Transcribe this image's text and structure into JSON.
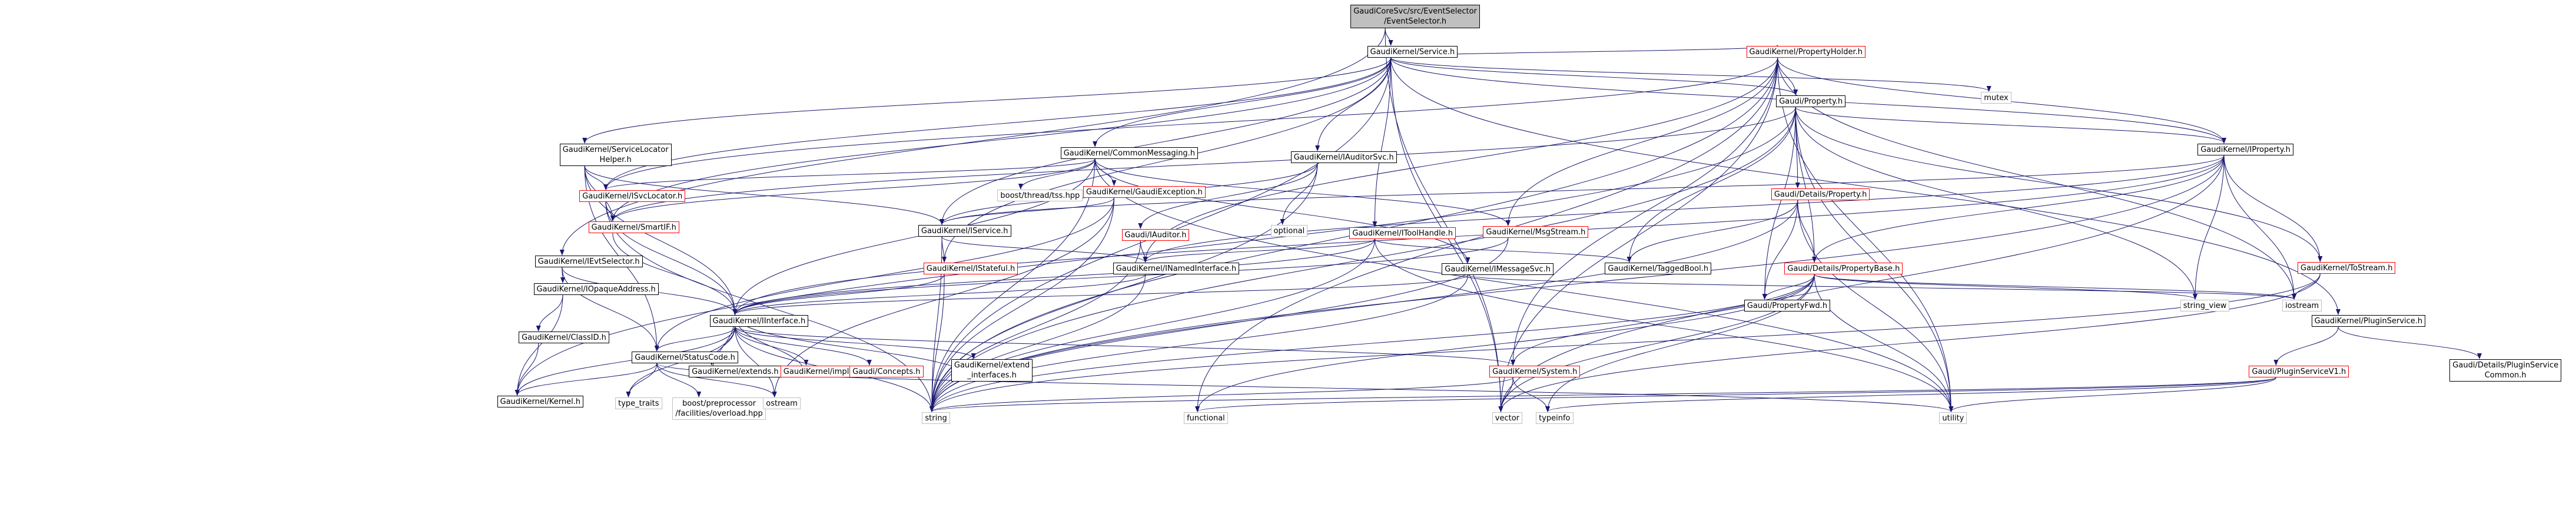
{
  "nodes": {
    "n0": {
      "lines": [
        "GaudiCoreSvc/src/EventSelector",
        "/EventSelector.h"
      ],
      "kind": "current"
    },
    "n1": {
      "lines": [
        "GaudiKernel/Service.h"
      ],
      "kind": "normal"
    },
    "n2": {
      "lines": [
        "GaudiKernel/IEvtSelector.h"
      ],
      "kind": "normal"
    },
    "n3": {
      "lines": [
        "GaudiKernel/CommonMessaging.h"
      ],
      "kind": "normal"
    },
    "n4": {
      "lines": [
        "GaudiKernel/ServiceLocator",
        "Helper.h"
      ],
      "kind": "normal"
    },
    "n5": {
      "lines": [
        "GaudiKernel/PropertyHolder.h"
      ],
      "kind": "red"
    },
    "n6": {
      "lines": [
        "Gaudi/Property.h"
      ],
      "kind": "normal"
    },
    "n7": {
      "lines": [
        "mutex"
      ],
      "kind": "gray"
    },
    "n8": {
      "lines": [
        "GaudiKernel/IProperty.h"
      ],
      "kind": "normal"
    },
    "n9": {
      "lines": [
        "GaudiKernel/IAuditorSvc.h"
      ],
      "kind": "normal"
    },
    "n10": {
      "lines": [
        "GaudiKernel/ISvcLocator.h"
      ],
      "kind": "red"
    },
    "n11": {
      "lines": [
        "GaudiKernel/GaudiException.h"
      ],
      "kind": "red"
    },
    "n12": {
      "lines": [
        "boost/thread/tss.hpp"
      ],
      "kind": "gray"
    },
    "n13": {
      "lines": [
        "GaudiKernel/SmartIF.h"
      ],
      "kind": "red"
    },
    "n14": {
      "lines": [
        "GaudiKernel/IService.h"
      ],
      "kind": "normal"
    },
    "n15": {
      "lines": [
        "optional"
      ],
      "kind": "gray"
    },
    "n16": {
      "lines": [
        "Gaudi/IAuditor.h"
      ],
      "kind": "red"
    },
    "n17": {
      "lines": [
        "GaudiKernel/IToolHandle.h"
      ],
      "kind": "red"
    },
    "n18": {
      "lines": [
        "GaudiKernel/MsgStream.h"
      ],
      "kind": "red"
    },
    "n19": {
      "lines": [
        "Gaudi/Details/Property.h"
      ],
      "kind": "red"
    },
    "n20": {
      "lines": [
        "GaudiKernel/IStateful.h"
      ],
      "kind": "red"
    },
    "n21": {
      "lines": [
        "GaudiKernel/INamedInterface.h"
      ],
      "kind": "normal"
    },
    "n22": {
      "lines": [
        "GaudiKernel/IMessageSvc.h"
      ],
      "kind": "normal"
    },
    "n23": {
      "lines": [
        "GaudiKernel/TaggedBool.h"
      ],
      "kind": "normal"
    },
    "n24": {
      "lines": [
        "Gaudi/Details/PropertyBase.h"
      ],
      "kind": "red"
    },
    "n25": {
      "lines": [
        "GaudiKernel/ToStream.h"
      ],
      "kind": "red"
    },
    "n26": {
      "lines": [
        "Gaudi/PropertyFwd.h"
      ],
      "kind": "normal"
    },
    "n27": {
      "lines": [
        "string_view"
      ],
      "kind": "gray"
    },
    "n28": {
      "lines": [
        "iostream"
      ],
      "kind": "gray"
    },
    "n29": {
      "lines": [
        "GaudiKernel/IInterface.h"
      ],
      "kind": "normal"
    },
    "n30": {
      "lines": [
        "GaudiKernel/IOpaqueAddress.h"
      ],
      "kind": "normal"
    },
    "n31": {
      "lines": [
        "GaudiKernel/ClassID.h"
      ],
      "kind": "normal"
    },
    "n32": {
      "lines": [
        "GaudiKernel/StatusCode.h"
      ],
      "kind": "normal"
    },
    "n33": {
      "lines": [
        "GaudiKernel/Kernel.h"
      ],
      "kind": "normal"
    },
    "n34": {
      "lines": [
        "GaudiKernel/extends.h"
      ],
      "kind": "normal"
    },
    "n35": {
      "lines": [
        "GaudiKernel/implements.h"
      ],
      "kind": "red"
    },
    "n36": {
      "lines": [
        "Gaudi/Concepts.h"
      ],
      "kind": "red"
    },
    "n37": {
      "lines": [
        "GaudiKernel/extend",
        "_interfaces.h"
      ],
      "kind": "normal"
    },
    "n38": {
      "lines": [
        "GaudiKernel/System.h"
      ],
      "kind": "red"
    },
    "n39": {
      "lines": [
        "GaudiKernel/PluginService.h"
      ],
      "kind": "normal"
    },
    "n40": {
      "lines": [
        "Gaudi/PluginServiceV1.h"
      ],
      "kind": "red"
    },
    "n41": {
      "lines": [
        "Gaudi/Details/PluginService",
        "Common.h"
      ],
      "kind": "normal"
    },
    "n42": {
      "lines": [
        "type_traits"
      ],
      "kind": "gray"
    },
    "n43": {
      "lines": [
        "boost/preprocessor",
        "/facilities/overload.hpp"
      ],
      "kind": "gray"
    },
    "n44": {
      "lines": [
        "ostream"
      ],
      "kind": "gray"
    },
    "n45": {
      "lines": [
        "string"
      ],
      "kind": "gray"
    },
    "n46": {
      "lines": [
        "functional"
      ],
      "kind": "gray"
    },
    "n47": {
      "lines": [
        "typeinfo"
      ],
      "kind": "gray"
    },
    "n48": {
      "lines": [
        "utility"
      ],
      "kind": "gray"
    },
    "n49": {
      "lines": [
        "vector"
      ],
      "kind": "gray"
    }
  },
  "edges": [
    [
      "n0",
      "n1"
    ],
    [
      "n0",
      "n2"
    ],
    [
      "n0",
      "n49"
    ],
    [
      "n1",
      "n3"
    ],
    [
      "n1",
      "n4"
    ],
    [
      "n1",
      "n5"
    ],
    [
      "n1",
      "n6"
    ],
    [
      "n1",
      "n7"
    ],
    [
      "n1",
      "n8"
    ],
    [
      "n1",
      "n9"
    ],
    [
      "n1",
      "n10"
    ],
    [
      "n1",
      "n13"
    ],
    [
      "n1",
      "n14"
    ],
    [
      "n1",
      "n17"
    ],
    [
      "n1",
      "n20"
    ],
    [
      "n1",
      "n39"
    ],
    [
      "n1",
      "n49"
    ],
    [
      "n1",
      "n45"
    ],
    [
      "n2",
      "n29"
    ],
    [
      "n2",
      "n30"
    ],
    [
      "n2",
      "n32"
    ],
    [
      "n3",
      "n10"
    ],
    [
      "n3",
      "n11"
    ],
    [
      "n3",
      "n12"
    ],
    [
      "n3",
      "n13"
    ],
    [
      "n3",
      "n18"
    ],
    [
      "n3",
      "n22"
    ],
    [
      "n3",
      "n29"
    ],
    [
      "n3",
      "n45"
    ],
    [
      "n3",
      "n48"
    ],
    [
      "n4",
      "n10"
    ],
    [
      "n4",
      "n13"
    ],
    [
      "n4",
      "n14"
    ],
    [
      "n4",
      "n29"
    ],
    [
      "n4",
      "n32"
    ],
    [
      "n5",
      "n6"
    ],
    [
      "n5",
      "n8"
    ],
    [
      "n5",
      "n18"
    ],
    [
      "n5",
      "n10"
    ],
    [
      "n5",
      "n21"
    ],
    [
      "n5",
      "n38"
    ],
    [
      "n5",
      "n28"
    ],
    [
      "n5",
      "n48"
    ],
    [
      "n5",
      "n49"
    ],
    [
      "n5",
      "n46"
    ],
    [
      "n5",
      "n45"
    ],
    [
      "n6",
      "n8"
    ],
    [
      "n6",
      "n19"
    ],
    [
      "n6",
      "n24"
    ],
    [
      "n6",
      "n26"
    ],
    [
      "n6",
      "n23"
    ],
    [
      "n6",
      "n25"
    ],
    [
      "n6",
      "n13"
    ],
    [
      "n6",
      "n27"
    ],
    [
      "n6",
      "n48"
    ],
    [
      "n6",
      "n45"
    ],
    [
      "n6",
      "n33"
    ],
    [
      "n8",
      "n24"
    ],
    [
      "n8",
      "n25"
    ],
    [
      "n8",
      "n29"
    ],
    [
      "n8",
      "n21"
    ],
    [
      "n8",
      "n14"
    ],
    [
      "n8",
      "n28"
    ],
    [
      "n8",
      "n45"
    ],
    [
      "n8",
      "n27"
    ],
    [
      "n8",
      "n49"
    ],
    [
      "n9",
      "n14"
    ],
    [
      "n9",
      "n15"
    ],
    [
      "n9",
      "n16"
    ],
    [
      "n9",
      "n45"
    ],
    [
      "n10",
      "n13"
    ],
    [
      "n10",
      "n29"
    ],
    [
      "n10",
      "n45"
    ],
    [
      "n11",
      "n14"
    ],
    [
      "n11",
      "n32"
    ],
    [
      "n11",
      "n44"
    ],
    [
      "n11",
      "n45"
    ],
    [
      "n13",
      "n29"
    ],
    [
      "n14",
      "n20"
    ],
    [
      "n14",
      "n21"
    ],
    [
      "n14",
      "n45"
    ],
    [
      "n16",
      "n21"
    ],
    [
      "n16",
      "n45"
    ],
    [
      "n17",
      "n21"
    ],
    [
      "n17",
      "n23"
    ],
    [
      "n17",
      "n29"
    ],
    [
      "n17",
      "n45"
    ],
    [
      "n17",
      "n48"
    ],
    [
      "n18",
      "n29"
    ],
    [
      "n18",
      "n45"
    ],
    [
      "n19",
      "n24"
    ],
    [
      "n19",
      "n26"
    ],
    [
      "n19",
      "n23"
    ],
    [
      "n19",
      "n45"
    ],
    [
      "n19",
      "n48"
    ],
    [
      "n20",
      "n29"
    ],
    [
      "n20",
      "n45"
    ],
    [
      "n21",
      "n29"
    ],
    [
      "n21",
      "n45"
    ],
    [
      "n22",
      "n29"
    ],
    [
      "n22",
      "n45"
    ],
    [
      "n22",
      "n28"
    ],
    [
      "n24",
      "n26"
    ],
    [
      "n24",
      "n27"
    ],
    [
      "n24",
      "n28"
    ],
    [
      "n24",
      "n38"
    ],
    [
      "n24",
      "n45"
    ],
    [
      "n24",
      "n46"
    ],
    [
      "n24",
      "n47"
    ],
    [
      "n24",
      "n48"
    ],
    [
      "n24",
      "n49"
    ],
    [
      "n25",
      "n28"
    ],
    [
      "n25",
      "n49"
    ],
    [
      "n25",
      "n45"
    ],
    [
      "n29",
      "n32"
    ],
    [
      "n29",
      "n33"
    ],
    [
      "n29",
      "n34"
    ],
    [
      "n29",
      "n35"
    ],
    [
      "n29",
      "n36"
    ],
    [
      "n29",
      "n37"
    ],
    [
      "n29",
      "n38"
    ],
    [
      "n29",
      "n42"
    ],
    [
      "n29",
      "n44"
    ],
    [
      "n29",
      "n45"
    ],
    [
      "n30",
      "n31"
    ],
    [
      "n30",
      "n33"
    ],
    [
      "n31",
      "n33"
    ],
    [
      "n32",
      "n33"
    ],
    [
      "n32",
      "n42"
    ],
    [
      "n32",
      "n43"
    ],
    [
      "n32",
      "n44"
    ],
    [
      "n32",
      "n48"
    ],
    [
      "n34",
      "n29"
    ],
    [
      "n35",
      "n29"
    ],
    [
      "n37",
      "n29"
    ],
    [
      "n38",
      "n45"
    ],
    [
      "n38",
      "n47"
    ],
    [
      "n38",
      "n49"
    ],
    [
      "n39",
      "n40"
    ],
    [
      "n39",
      "n41"
    ],
    [
      "n40",
      "n45"
    ],
    [
      "n40",
      "n46"
    ],
    [
      "n40",
      "n47"
    ],
    [
      "n40",
      "n48"
    ]
  ],
  "colors": {
    "edge": "#191970",
    "normal_border": "#000000",
    "red_border": "#ff0000",
    "gray_border": "#bfbfbf",
    "current_fill": "#bfbfbf"
  }
}
